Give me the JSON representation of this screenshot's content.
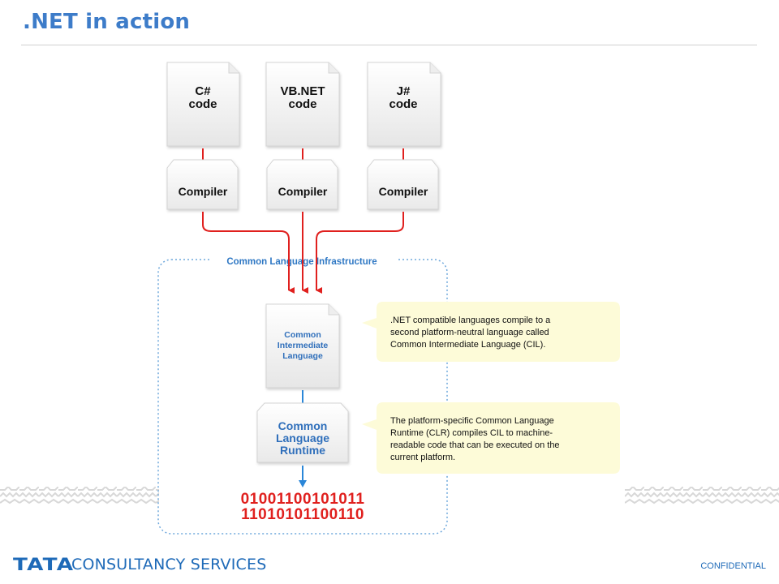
{
  "slide": {
    "title": ".NET in action"
  },
  "diagram": {
    "sources": [
      {
        "line1": "C#",
        "line2": "code"
      },
      {
        "line1": "VB.NET",
        "line2": "code"
      },
      {
        "line1": "J#",
        "line2": "code"
      }
    ],
    "compiler_label": "Compiler",
    "infrastructure_label": "Common Language Infrastructure",
    "cil": {
      "line1": "Common",
      "line2": "Intermediate",
      "line3": "Language"
    },
    "clr": {
      "line1": "Common",
      "line2": "Language",
      "line3": "Runtime"
    },
    "binary": {
      "line1": "01001100101011",
      "line2": "11010101100110"
    },
    "callouts": [
      {
        "lines": [
          ".NET compatible languages compile to a",
          "second platform-neutral language called",
          "Common Intermediate Language (CIL)."
        ]
      },
      {
        "lines": [
          "The platform-specific Common Language",
          "Runtime (CLR) compiles CIL to machine-",
          "readable code that can be executed on the",
          "current platform."
        ]
      }
    ],
    "colors": {
      "red_arrow": "#e0201e",
      "blue_arrow": "#2a86d8",
      "dotted_border": "#6fa8dc",
      "callout_bg": "#fdfbd8"
    }
  },
  "footer": {
    "brand_tata": "TATA",
    "brand_tcs": "CONSULTANCY SERVICES",
    "confidential": "CONFIDENTIAL"
  }
}
